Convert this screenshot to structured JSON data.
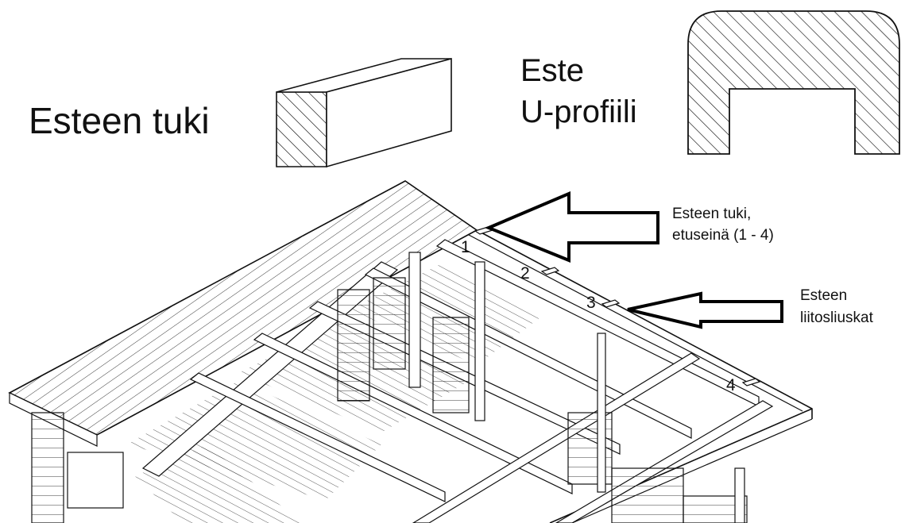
{
  "headings": {
    "support": "Esteen tuki",
    "barrier_line1": "Este",
    "barrier_line2": "U-profiili"
  },
  "callouts": {
    "support_line1": "Esteen tuki,",
    "support_line2": "etuseinä (1 - 4)",
    "splice_line1": "Esteen",
    "splice_line2": "liitosliuskat"
  },
  "markers": [
    "1",
    "2",
    "3",
    "4"
  ]
}
